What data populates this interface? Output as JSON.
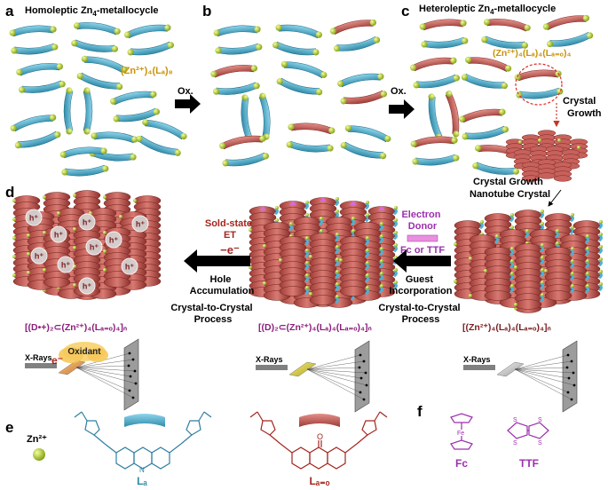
{
  "panels": {
    "a": "a",
    "b": "b",
    "c": "c",
    "d": "d",
    "e": "e",
    "f": "f"
  },
  "titles": {
    "homoleptic": "Homoleptic Zn",
    "homoleptic_sub": "4",
    "homoleptic_tail": "-metallocycle",
    "heteroleptic": "Heteroleptic Zn",
    "heteroleptic_sub": "4",
    "heteroleptic_tail": "-metallocycle"
  },
  "formulas": {
    "a": "(Zn²⁺)₄(Lₐ)₈",
    "c": "(Zn²⁺)₄(Lₐ)₄(Lₐ₌ₒ)₄",
    "d": "[(D•+)₂⊂(Zn²⁺)₄(Lₐ₌ₒ)₄]ₙ",
    "mid": "[(D)₂⊂(Zn²⁺)₄(Lₐ)₄(Lₐ₌ₒ)₄]ₙ",
    "right": "[(Zn²⁺)₄(Lₐ)₄(Lₐ₌ₒ)₄]ₙ"
  },
  "arrows": {
    "ox1": "Ox.",
    "ox2": "Ox.",
    "crystal_growth": "Crystal",
    "crystal_growth2": "Growth",
    "nanotube1": "Crystal Growth",
    "nanotube2": "Nanotube Crystal",
    "solid_state1": "Sold-state",
    "solid_state2": "ET",
    "minus_e": "−e⁻",
    "hole1": "Hole",
    "hole2": "Accumulation",
    "c2c_left1": "Crystal-to-Crystal",
    "c2c_left2": "Process",
    "electron_donor1": "Electron",
    "electron_donor2": "Donor",
    "fc_ttf": "Fc or TTF",
    "guest1": "Guest",
    "guest2": "Incorporation",
    "c2c_right1": "Crystal-to-Crystal",
    "c2c_right2": "Process"
  },
  "xray": {
    "left": "X-Rays",
    "mid": "X-Rays",
    "right": "X-Rays",
    "oxidant": "Oxidant",
    "electron": "e⁻"
  },
  "holes": [
    "h⁺",
    "h⁺",
    "h⁺",
    "h⁺",
    "h⁺",
    "h⁺",
    "h⁺",
    "h⁺",
    "h⁺",
    "h⁺"
  ],
  "legend": {
    "zn": "Zn²⁺",
    "la": "Lₐ",
    "lao": "Lₐ₌ₒ",
    "lao_atom": "O",
    "fc": "Fc",
    "ttf": "TTF",
    "fe": "Fe",
    "s": "S",
    "n": "N"
  },
  "colors": {
    "blue": "#57b7d6",
    "blue_dark": "#2f8aa8",
    "red": "#c8615b",
    "red_dark": "#9e3c37",
    "zn": "#b4d62a",
    "purple": "#9b2fae",
    "orange_text": "#c9930b",
    "dark_red_text": "#a3261f"
  }
}
